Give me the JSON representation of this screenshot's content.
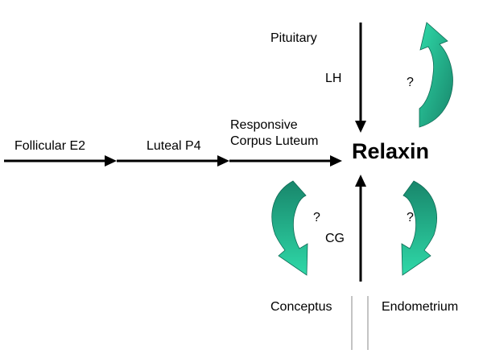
{
  "diagram": {
    "pituitary": "Pituitary",
    "lh": "LH",
    "q_top": "?",
    "follicular": "Follicular E2",
    "luteal": "Luteal P4",
    "cl_line1": "Responsive",
    "cl_line2": "Corpus Luteum",
    "relaxin": "Relaxin",
    "q_left": "?",
    "cg": "CG",
    "q_right": "?",
    "conceptus": "Conceptus",
    "endometrium": "Endometrium"
  },
  "colors": {
    "arrow": "#000000",
    "curved_arrow_light": "#2fd9a8",
    "curved_arrow_dark": "#18866b",
    "divider": "#b0b0b0"
  }
}
